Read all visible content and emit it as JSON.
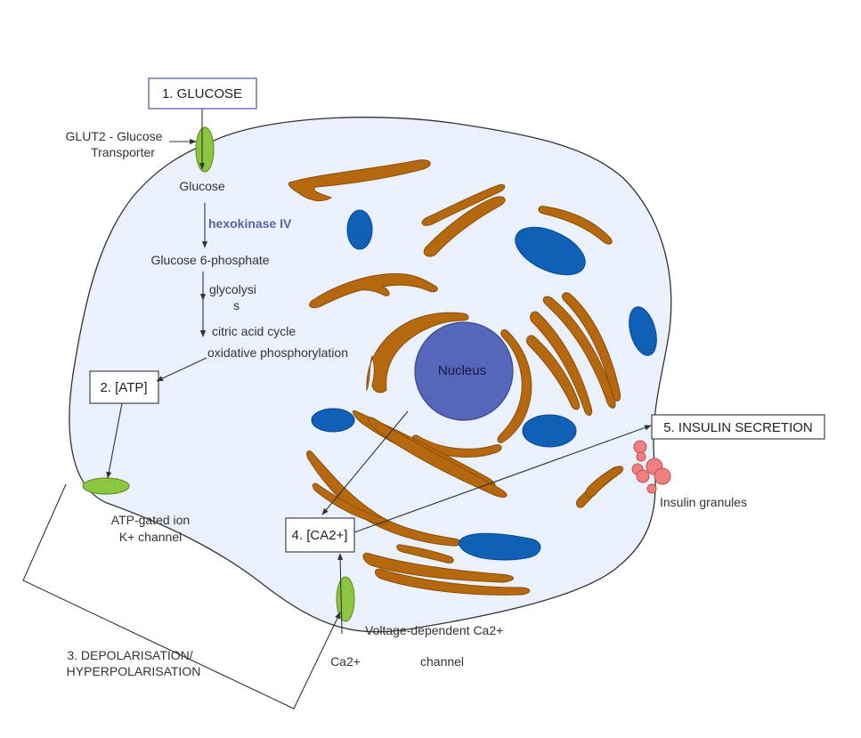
{
  "boxes": {
    "glucose": "1. GLUCOSE",
    "atp": "2. [ATP]",
    "ca": "4. [CA2+]",
    "insulin_secretion": "5. INSULIN SECRETION"
  },
  "labels": {
    "glut2_line1": "GLUT2 - Glucose",
    "glut2_line2": "Transporter",
    "glucose": "Glucose",
    "hexokinase": "hexokinase IV",
    "g6p": "Glucose 6-phosphate",
    "glycolysis_line1": "glycolysi",
    "glycolysis_line2": "s",
    "citric": "citric acid cycle",
    "oxphos": "oxidative phosphorylation",
    "nucleus": "Nucleus",
    "atp_channel_line1": "ATP-gated ion",
    "atp_channel_line2": "K+ channel",
    "depol_line1": "3. DEPOLARISATION/",
    "depol_line2": "HYPERPOLARISATION",
    "vdcc_line1": "Voltage-dependent Ca2+",
    "vdcc_line2": "channel",
    "ca_ion": "Ca2+",
    "granules": "Insulin granules"
  },
  "colors": {
    "cell_fill": "#eaf1fc",
    "channel_green": "#8cc63f",
    "nucleus": "#5566bb",
    "organelle_brown": "#b5680e",
    "mitochondria_blue": "#1060b8",
    "granule_pink": "#f08080",
    "enzyme_text": "#5566a0"
  }
}
